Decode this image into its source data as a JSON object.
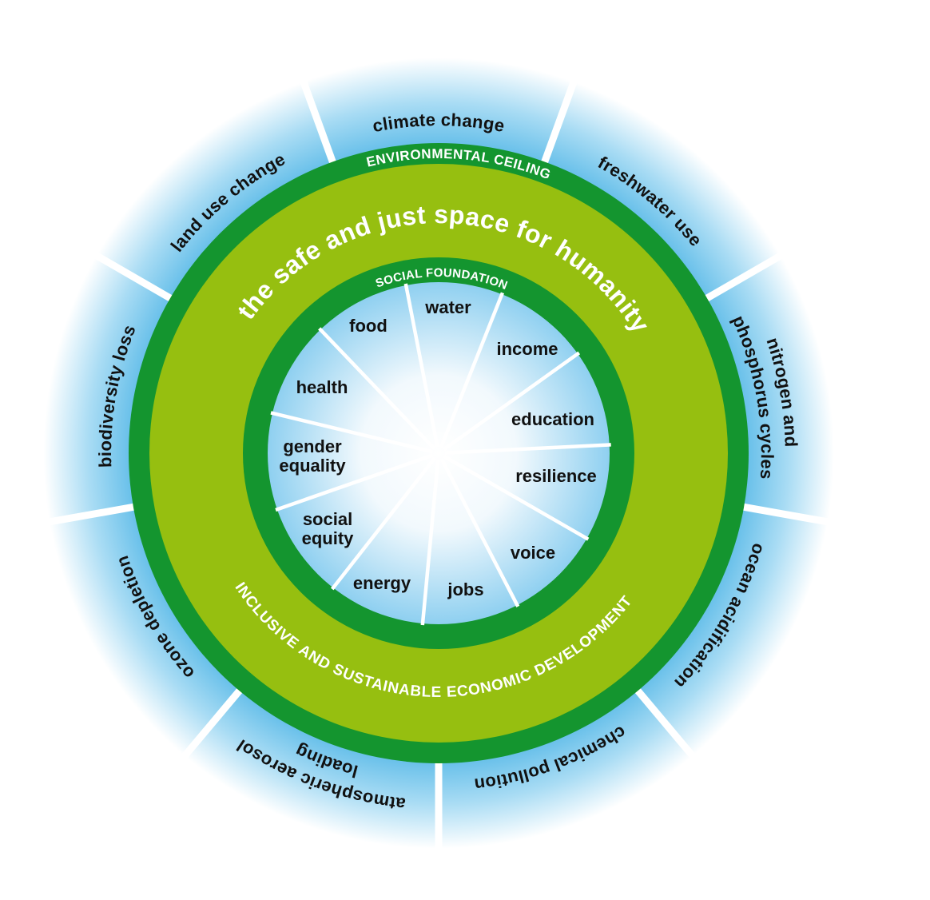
{
  "colors": {
    "environmental_ring": "#14952f",
    "safe_space_band": "#96bf10",
    "boundary_blue": "#5dbbe8",
    "separator": "#ffffff",
    "label_text": "#111111",
    "ring_text": "#ffffff"
  },
  "rings": {
    "environmental_ceiling": "ENVIRONMENTAL CEILING",
    "safe_space": "the safe and just space for humanity",
    "social_foundation": "SOCIAL FOUNDATION",
    "economic_development": "INCLUSIVE AND SUSTAINABLE ECONOMIC DEVELOPMENT"
  },
  "planetary_boundaries": [
    {
      "lines": [
        "climate change"
      ]
    },
    {
      "lines": [
        "freshwater use"
      ]
    },
    {
      "lines": [
        "nitrogen and",
        "phosphorus cycles"
      ]
    },
    {
      "lines": [
        "ocean acidification"
      ]
    },
    {
      "lines": [
        "chemical pollution"
      ]
    },
    {
      "lines": [
        "atmospheric aerosol",
        "loading"
      ]
    },
    {
      "lines": [
        "ozone depletion"
      ]
    },
    {
      "lines": [
        "biodiversity loss"
      ]
    },
    {
      "lines": [
        "land use change"
      ]
    }
  ],
  "social_foundations": [
    {
      "lines": [
        "water"
      ]
    },
    {
      "lines": [
        "income"
      ]
    },
    {
      "lines": [
        "education"
      ]
    },
    {
      "lines": [
        "resilience"
      ]
    },
    {
      "lines": [
        "voice"
      ]
    },
    {
      "lines": [
        "jobs"
      ]
    },
    {
      "lines": [
        "energy"
      ]
    },
    {
      "lines": [
        "social",
        "equity"
      ]
    },
    {
      "lines": [
        "gender",
        "equality"
      ]
    },
    {
      "lines": [
        "health"
      ]
    },
    {
      "lines": [
        "food"
      ]
    }
  ]
}
